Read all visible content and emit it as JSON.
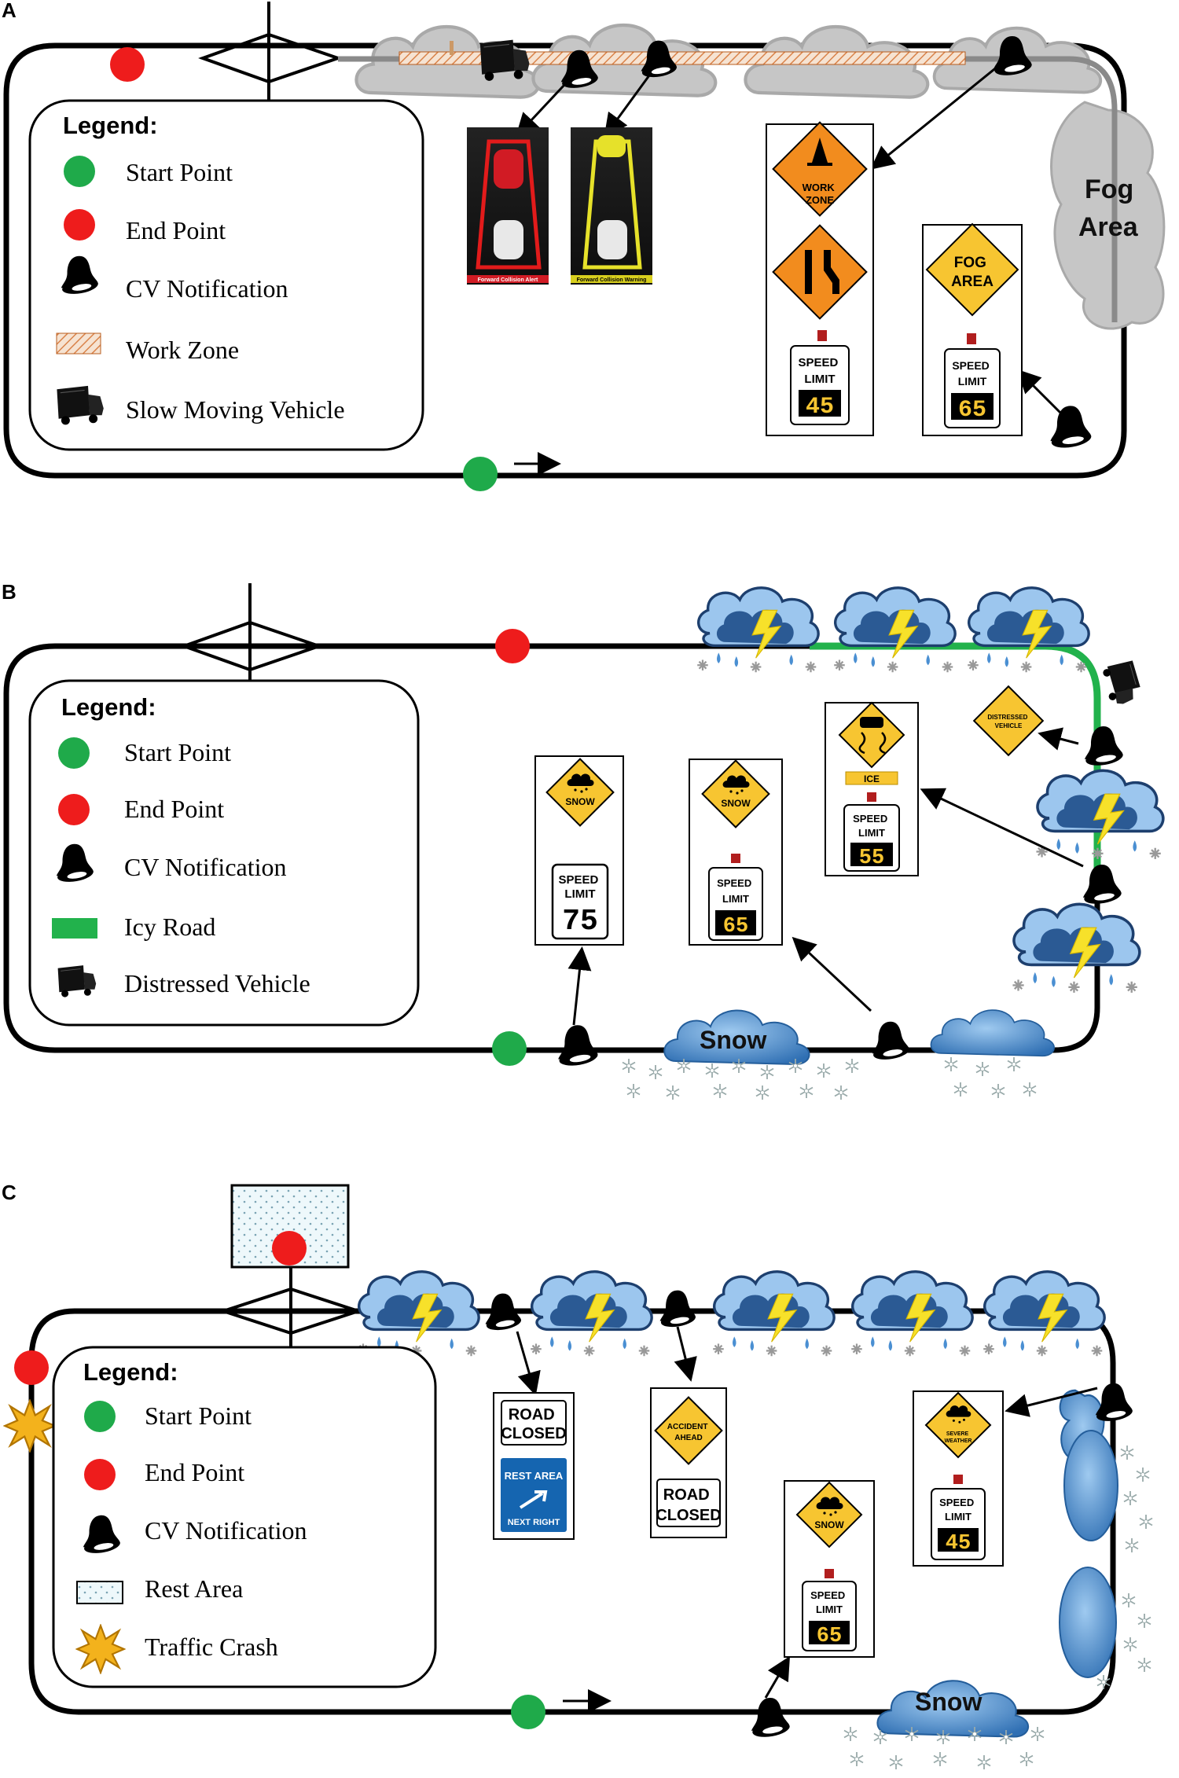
{
  "panels": [
    {
      "letter": "A",
      "legend": {
        "title": "Legend:",
        "items": [
          {
            "icon": "green-dot-icon",
            "label": "Start Point"
          },
          {
            "icon": "red-dot-icon",
            "label": "End Point"
          },
          {
            "icon": "bell-icon",
            "label": "CV Notification"
          },
          {
            "icon": "work-zone-hatch-icon",
            "label": "Work Zone"
          },
          {
            "icon": "truck-icon",
            "label": "Slow Moving Vehicle"
          }
        ]
      },
      "fog_label": [
        "Fog",
        "Area"
      ],
      "collision_alerts": [
        "Forward Collision Alert",
        "Forward Collision Warning"
      ],
      "signs": {
        "work_zone": [
          "WORK",
          "ZONE"
        ],
        "fog": [
          "FOG",
          "AREA"
        ],
        "speed_label": [
          "SPEED",
          "LIMIT"
        ],
        "speed_work": "45",
        "speed_fog": "65"
      }
    },
    {
      "letter": "B",
      "legend": {
        "title": "Legend:",
        "items": [
          {
            "icon": "green-dot-icon",
            "label": "Start Point"
          },
          {
            "icon": "red-dot-icon",
            "label": "End Point"
          },
          {
            "icon": "bell-icon",
            "label": "CV Notification"
          },
          {
            "icon": "icy-road-icon",
            "label": "Icy Road"
          },
          {
            "icon": "distressed-vehicle-icon",
            "label": "Distressed Vehicle"
          }
        ]
      },
      "snow_label": "Snow",
      "signs": {
        "snow": "SNOW",
        "ice": "ICE",
        "distressed": [
          "DISTRESSED",
          "VEHICLE"
        ],
        "speed_label": [
          "SPEED",
          "LIMIT"
        ],
        "speed_75": "75",
        "speed_65": "65",
        "speed_55": "55"
      }
    },
    {
      "letter": "C",
      "legend": {
        "title": "Legend:",
        "items": [
          {
            "icon": "green-dot-icon",
            "label": "Start Point"
          },
          {
            "icon": "red-dot-icon",
            "label": "End Point"
          },
          {
            "icon": "bell-icon",
            "label": "CV Notification"
          },
          {
            "icon": "rest-area-icon",
            "label": "Rest Area"
          },
          {
            "icon": "crash-icon",
            "label": "Traffic Crash"
          }
        ]
      },
      "snow_label": "Snow",
      "signs": {
        "road_closed": [
          "ROAD",
          "CLOSED"
        ],
        "rest_area": [
          "REST AREA",
          "NEXT RIGHT"
        ],
        "accident": [
          "ACCIDENT",
          "AHEAD"
        ],
        "snow": "SNOW",
        "severe": [
          "SEVERE",
          "WEATHER"
        ],
        "speed_label": [
          "SPEED",
          "LIMIT"
        ],
        "speed_65": "65",
        "speed_45": "45"
      }
    }
  ],
  "colors": {
    "start": "#1faa4a",
    "end": "#ee1c1c",
    "sign_orange": "#f28c1e",
    "sign_yellow": "#f7c531",
    "icy": "#22b24c",
    "fog": "#c4c4c4",
    "snow_cloud": "#4a8fd2",
    "rest_blue": "#1565b0"
  }
}
